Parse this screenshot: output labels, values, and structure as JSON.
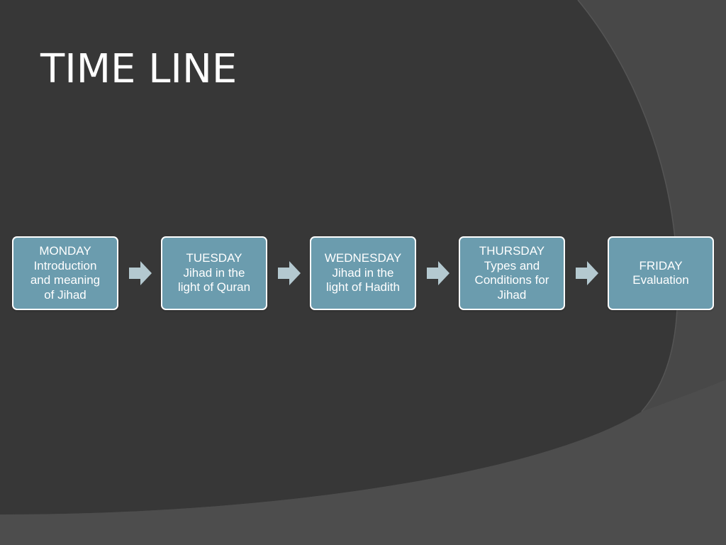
{
  "slide": {
    "title": "TIME LINE"
  },
  "colors": {
    "background_dark": "#373737",
    "background_light": "#484848",
    "box_fill": "#6b9cae",
    "box_border": "#ffffff",
    "arrow_fill": "#b4c9d0",
    "text": "#ffffff"
  },
  "timeline": [
    {
      "day": "MONDAY",
      "topic_lines": [
        "Introduction",
        "and meaning",
        "of Jihad"
      ]
    },
    {
      "day": "TUESDAY",
      "topic_lines": [
        "Jihad in the",
        "light of Quran"
      ]
    },
    {
      "day": "WEDNESDAY",
      "topic_lines": [
        "Jihad in the",
        "light of Hadith"
      ]
    },
    {
      "day": "THURSDAY",
      "topic_lines": [
        "Types and",
        "Conditions for",
        "Jihad"
      ]
    },
    {
      "day": "FRIDAY",
      "topic_lines": [
        "Evaluation"
      ]
    }
  ],
  "connector_icon": "right-arrow-icon"
}
